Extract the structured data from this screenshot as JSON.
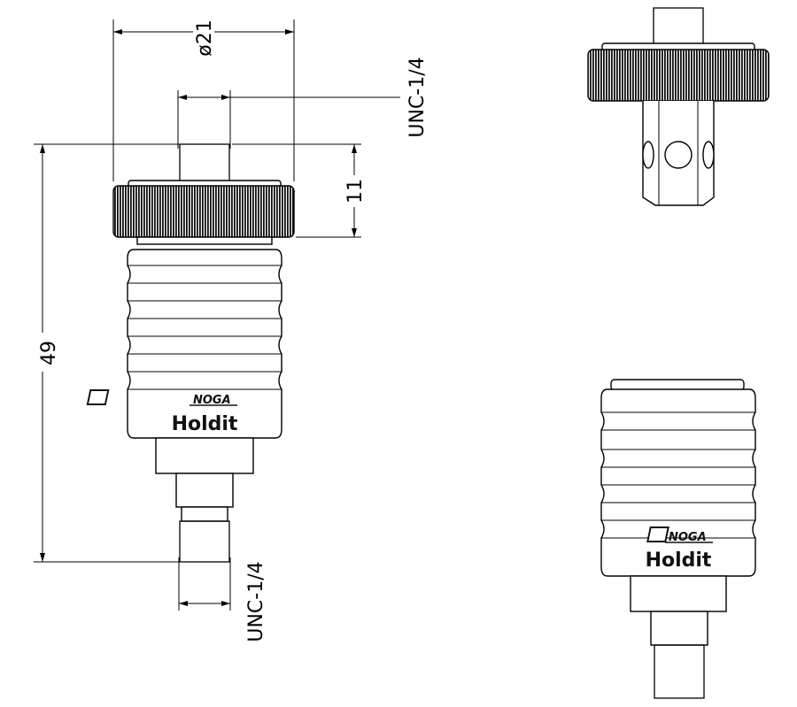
{
  "dimensions": {
    "diameter": "ø21",
    "top_thread": "UNC-1/4",
    "knob_height": "11",
    "overall_length": "49",
    "bottom_thread": "UNC-1/4"
  },
  "branding": {
    "logo": "NOGA",
    "product": "Holdit"
  }
}
